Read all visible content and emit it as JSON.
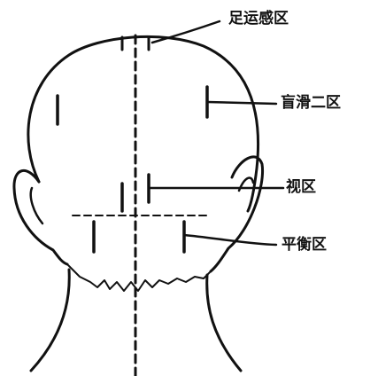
{
  "diagram": {
    "labels": {
      "motor_sensory": "足运感区",
      "second_area": "盲滑二区",
      "vision": "视区",
      "balance": "平衡区"
    }
  },
  "colors": {
    "ink": "#111111",
    "background": "#ffffff"
  }
}
